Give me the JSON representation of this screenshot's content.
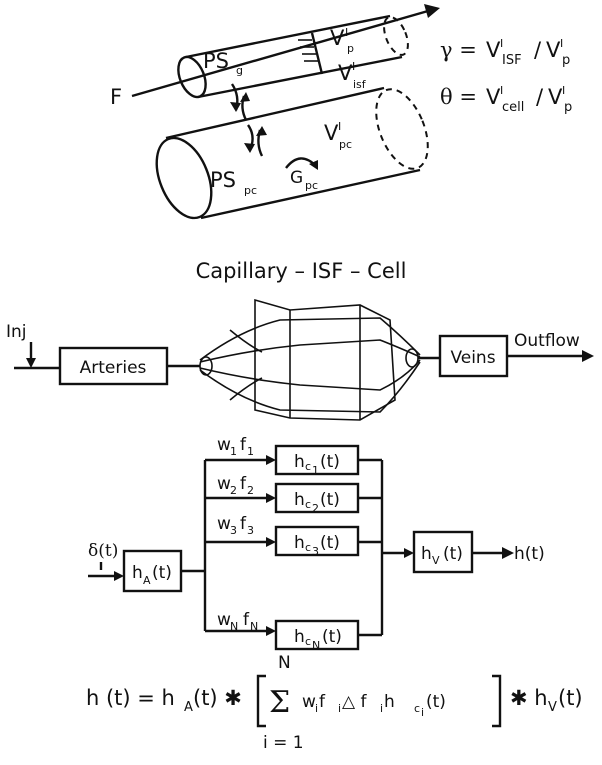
{
  "capillary": {
    "flow_label": "F",
    "ps_g": "PS",
    "ps_g_sub": "g",
    "v_p": "V",
    "v_p_sub": "p",
    "v_isf": "V",
    "v_isf_sub": "isf",
    "v_pc": "V",
    "v_pc_sub": "pc",
    "ps_pc": "PS",
    "ps_pc_sub": "pc",
    "g_pc": "G",
    "g_pc_sub": "pc",
    "prime": "I"
  },
  "equations": {
    "gamma_lhs": "γ =",
    "gamma_num": "V",
    "gamma_num_sub": "ISF",
    "gamma_den": "V",
    "gamma_den_sub": "p",
    "theta_lhs": "θ =",
    "theta_num": "V",
    "theta_num_sub": "cell",
    "theta_den": "V",
    "theta_den_sub": "p",
    "slash": "/"
  },
  "caption": "Capillary – ISF – Cell",
  "organ": {
    "inj_label": "Inj",
    "arteries_label": "Arteries",
    "veins_label": "Veins",
    "outflow_label": "Outflow"
  },
  "block": {
    "input_label": "δ(t)",
    "ha": "h",
    "ha_sub": "A",
    "ha_arg": "(t)",
    "hv": "h",
    "hv_sub": "V",
    "hv_arg": "(t)",
    "output_label": "h(t)",
    "paths": [
      {
        "w": "w",
        "w_sub": "1",
        "f": "f",
        "f_sub": "1",
        "h": "h",
        "c": "c",
        "c_sub": "1",
        "arg": "(t)"
      },
      {
        "w": "w",
        "w_sub": "2",
        "f": "f",
        "f_sub": "2",
        "h": "h",
        "c": "c",
        "c_sub": "2",
        "arg": "(t)"
      },
      {
        "w": "w",
        "w_sub": "3",
        "f": "f",
        "f_sub": "3",
        "h": "h",
        "c": "c",
        "c_sub": "3",
        "arg": "(t)"
      },
      {
        "w": "w",
        "w_sub": "N",
        "f": "f",
        "f_sub": "N",
        "h": "h",
        "c": "c",
        "c_sub": "N",
        "arg": "(t)"
      }
    ]
  },
  "formula": {
    "lhs": "h (t) = h",
    "ha_sub": "A",
    "after_ha": " (t) ✱ ",
    "sum_top": "N",
    "sum_sign": "Σ",
    "sum_bottom": "i = 1",
    "inside": "w",
    "inside_sub_w": "i",
    "inside_f": " f",
    "inside_sub_f": "i",
    "inside_delta": " △ f",
    "inside_sub_df": "i",
    "inside_h": "  h",
    "inside_sub_h": "c",
    "inside_sub_hi": "i",
    "inside_arg": " (t)",
    "after_bracket": "✱ h",
    "hv_sub": "V",
    "end": " (t)"
  }
}
